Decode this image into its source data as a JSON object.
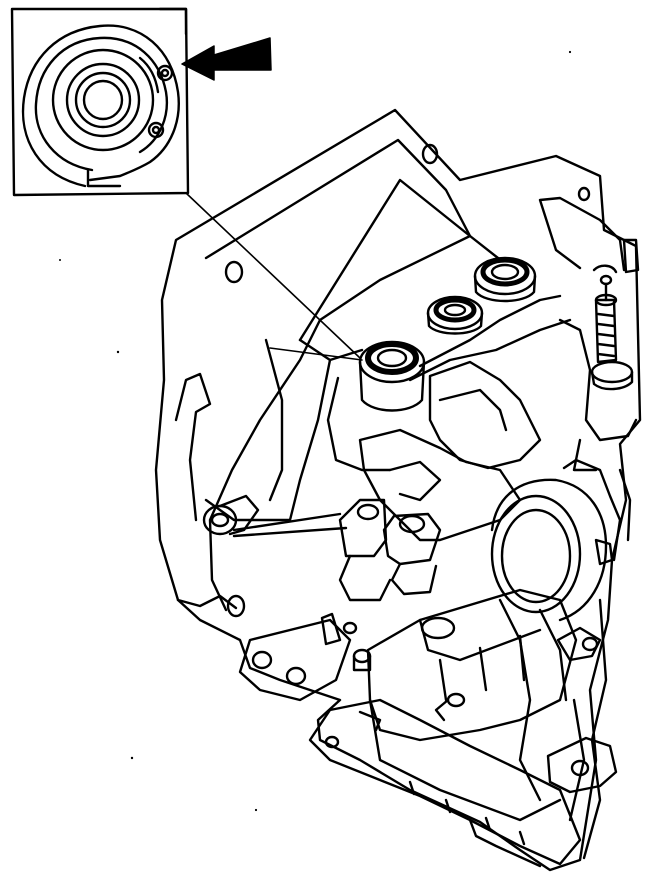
{
  "figure": {
    "colors": {
      "ink": "#000000",
      "paper": "#ffffff"
    },
    "inset": {
      "icon": "seal-ring-detail",
      "pointer": "arrow-left"
    },
    "housing": {
      "icon": "transaxle-case",
      "seals": [
        {
          "name": "seal-upper"
        },
        {
          "name": "seal-middle"
        },
        {
          "name": "seal-lower"
        }
      ]
    }
  }
}
